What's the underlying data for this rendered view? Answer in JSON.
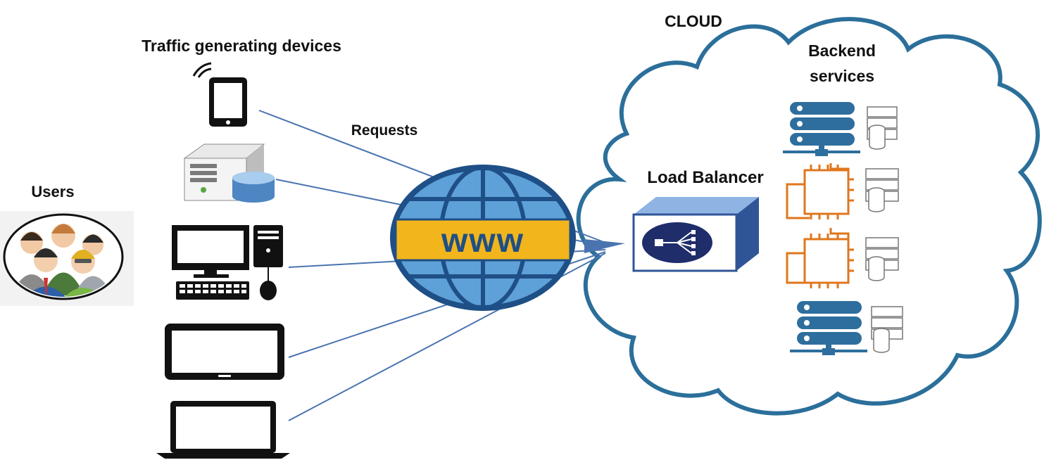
{
  "labels": {
    "traffic_devices": "Traffic generating devices",
    "users": "Users",
    "requests": "Requests",
    "www": "www",
    "cloud": "CLOUD",
    "load_balancer": "Load Balancer",
    "backend_line1": "Backend",
    "backend_line2": "services"
  },
  "devices": [
    "smartphone",
    "server-with-database",
    "desktop-computer",
    "tablet",
    "laptop"
  ],
  "backend_services": [
    "server-rack",
    "compute-instance",
    "compute-instance",
    "server-rack"
  ],
  "colors": {
    "cloud_outline": "#2b6f9a",
    "line": "#4a74b0",
    "globe": "#1e4f86",
    "www_banner": "#f2b51c",
    "server_blue": "#2e6e9e",
    "chip_orange": "#e0761c",
    "load_balancer_box": "#2f5597"
  }
}
